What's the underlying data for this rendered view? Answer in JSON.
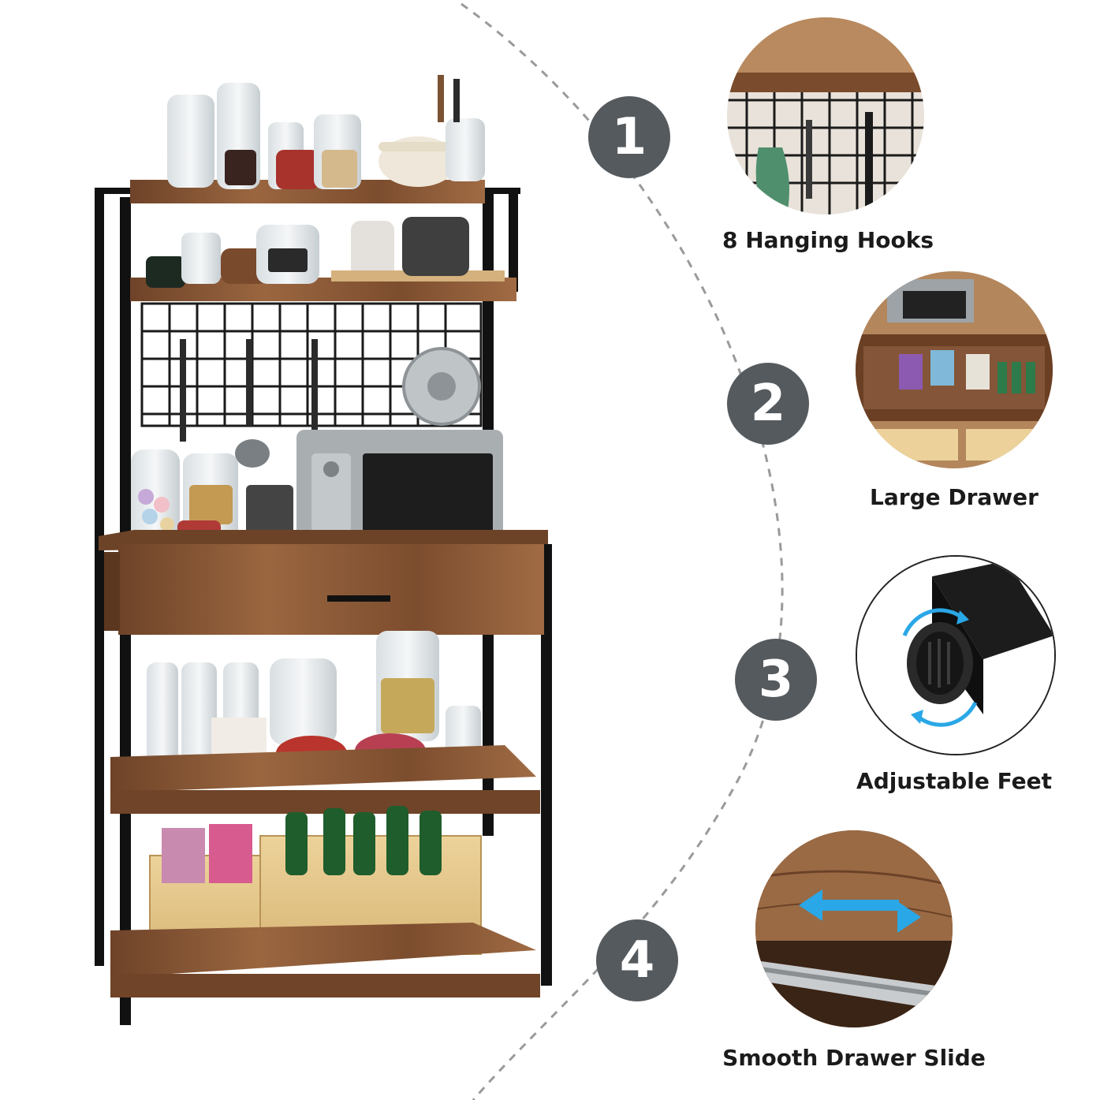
{
  "features": [
    {
      "number": "1",
      "label": "8 Hanging Hooks",
      "icon": "hanging-hooks-icon"
    },
    {
      "number": "2",
      "label": "Large Drawer",
      "icon": "drawer-icon"
    },
    {
      "number": "3",
      "label": "Adjustable Feet",
      "icon": "adjustable-foot-icon"
    },
    {
      "number": "4",
      "label": "Smooth Drawer Slide",
      "icon": "drawer-slide-icon"
    }
  ],
  "colors": {
    "badge": "#555a5e",
    "wood": "#8a5a35",
    "metal": "#111111",
    "arrow": "#2aa7e6",
    "dash": "#9a9a9a"
  }
}
